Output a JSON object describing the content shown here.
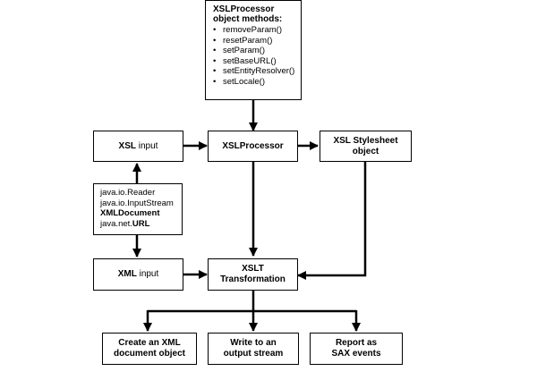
{
  "methods_box": {
    "title_line1": "XSLProcessor",
    "title_line2": "object methods:",
    "items": [
      "removeParam()",
      "resetParam()",
      "setParam()",
      "setBaseURL()",
      "setEntityResolver()",
      "setLocale()"
    ]
  },
  "xsl_input": {
    "label_bold": "XSL",
    "label_rest": " input"
  },
  "xsl_processor": {
    "label": "XSLProcessor"
  },
  "xsl_stylesheet": {
    "line1": "XSL Stylesheet",
    "line2": "object"
  },
  "input_sources": {
    "line1": "java.io.Reader",
    "line2": "java.io.InputStream",
    "line3": "XMLDocument",
    "line4_a": "java.net.",
    "line4_b": "URL"
  },
  "xml_input": {
    "label_bold": "XML",
    "label_rest": " input"
  },
  "xslt_transformation": {
    "line1": "XSLT",
    "line2": "Transformation"
  },
  "outputs": {
    "create_xml": {
      "line1_a": "Create an ",
      "line1_b": "XML",
      "line2": "document object"
    },
    "output_stream": {
      "line1": "Write to an",
      "line2": "output stream"
    },
    "sax_events": {
      "line1": "Report as",
      "line2": "SAX events"
    }
  }
}
